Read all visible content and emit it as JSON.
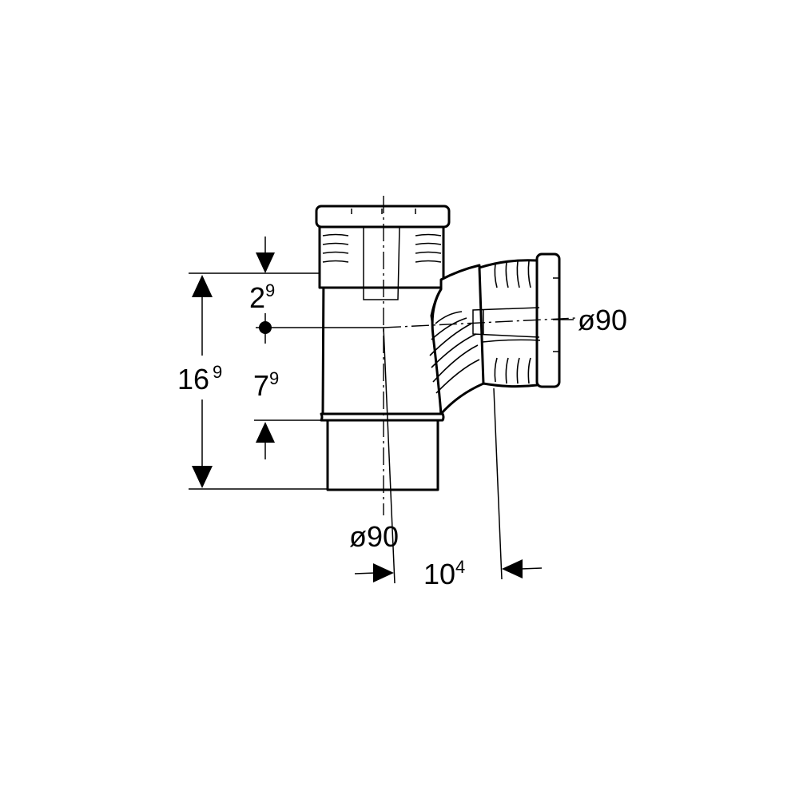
{
  "dimensions": {
    "top_offset": {
      "base": "2",
      "sup": "9"
    },
    "total_height": {
      "base": "16",
      "sup": "9"
    },
    "branch_height": {
      "base": "7",
      "sup": "9"
    },
    "main_diameter": "ø90",
    "branch_diameter": "ø90",
    "branch_offset": {
      "base": "10",
      "sup": "4"
    }
  },
  "colors": {
    "line": "#000000",
    "background": "#ffffff"
  }
}
